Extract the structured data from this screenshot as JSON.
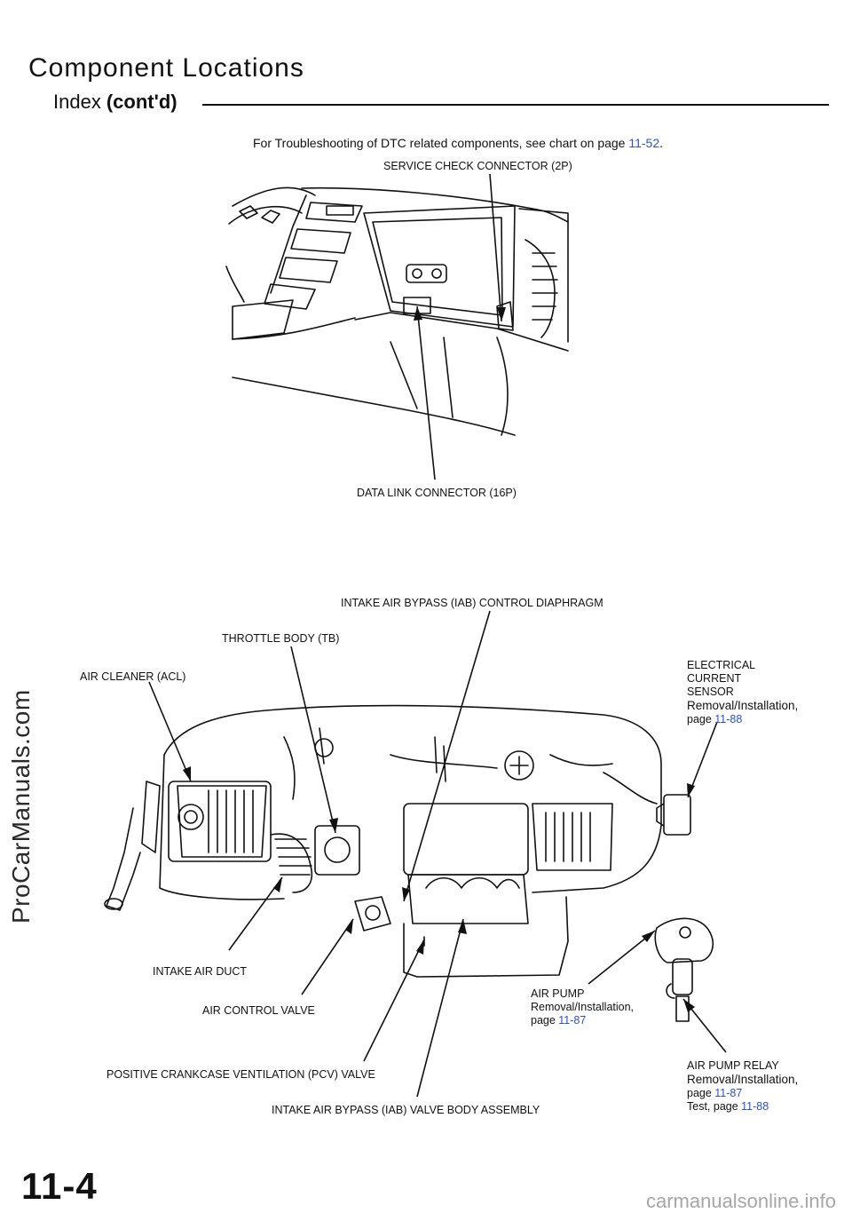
{
  "header": {
    "title": "Component Locations",
    "subtitle": "Index",
    "subtitle_suffix": "(cont'd)"
  },
  "note": {
    "text": "For Troubleshooting of DTC related components, see chart on page ",
    "page_ref": "11-52",
    "suffix": "."
  },
  "dash_labels": {
    "service_check": "SERVICE CHECK CONNECTOR (2P)",
    "data_link": "DATA LINK CONNECTOR (16P)"
  },
  "engine_labels": {
    "iab_diaphragm": "INTAKE AIR BYPASS (IAB) CONTROL DIAPHRAGM",
    "throttle_body": "THROTTLE BODY (TB)",
    "air_cleaner": "AIR CLEANER (ACL)",
    "elec_current": {
      "line1": "ELECTRICAL",
      "line2": "CURRENT",
      "line3": "SENSOR",
      "action": "Removal/Installation,",
      "page_prefix": "page ",
      "page": "11-88"
    },
    "intake_air_duct": "INTAKE AIR DUCT",
    "air_control_valve": "AIR CONTROL VALVE",
    "pcv_valve": "POSITIVE CRANKCASE VENTILATION (PCV) VALVE",
    "iab_valve_body": "INTAKE AIR BYPASS (IAB) VALVE BODY ASSEMBLY",
    "air_pump": {
      "name": "AIR PUMP",
      "action": "Removal/Installation,",
      "page_prefix": "page ",
      "page": "11-87"
    },
    "air_pump_relay": {
      "name": "AIR PUMP RELAY",
      "action": "Removal/Installation,",
      "page_prefix": "page ",
      "page": "11-87",
      "test_prefix": "Test, page ",
      "test_page": "11-88"
    }
  },
  "watermark": "ProCarManuals.com",
  "page_number": "11-4",
  "footer": "carmanualsonline.info",
  "colors": {
    "link": "#2a4fd6",
    "text": "#111111"
  }
}
